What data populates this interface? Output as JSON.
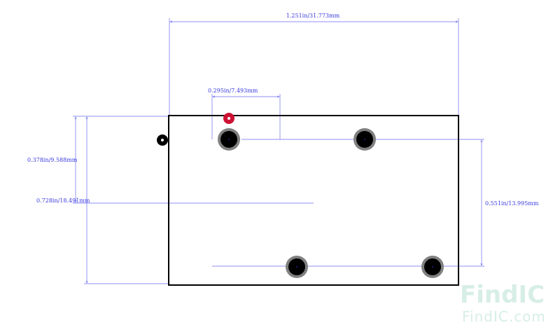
{
  "dimensions": {
    "overall_width": "1.251in/31.773mm",
    "pin_offset": "0.295in/7.493mm",
    "upper_height": "0.378in/9.588mm",
    "overall_height": "0.728in/18.491mm",
    "pin_row_spacing": "0.551in/13.995mm"
  },
  "watermark": {
    "brand_find": "Find",
    "brand_ic": "IC",
    "domain": "FindIC.com"
  },
  "colors": {
    "dimension": "#3a3ae0",
    "pin1_marker": "#cc1133",
    "outline": "#000000",
    "pad": "#808080",
    "watermark": "#d7eee7"
  }
}
